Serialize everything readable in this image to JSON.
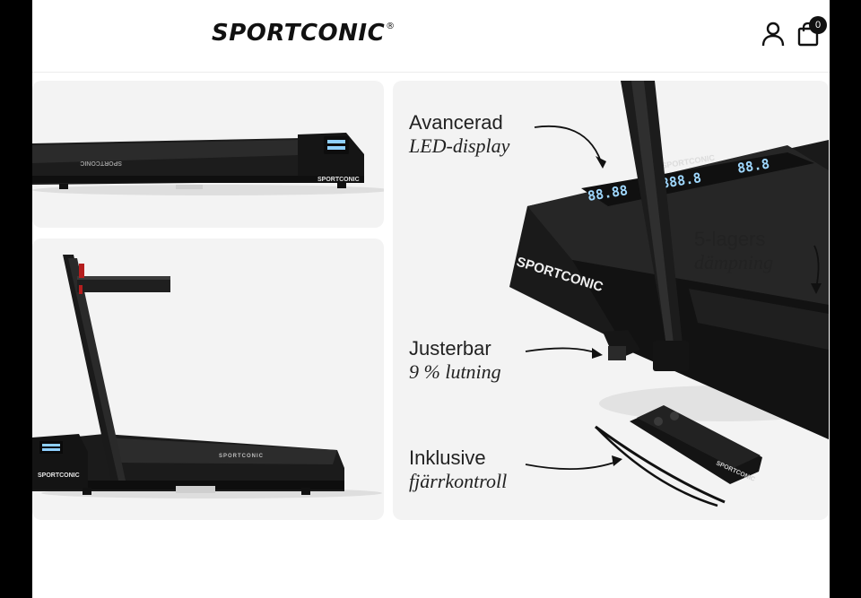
{
  "header": {
    "logo_text": "SPORTCONIC",
    "logo_mark": "®",
    "account_icon": "user-icon",
    "cart_icon": "shopping-bag-icon",
    "cart_count": "0"
  },
  "gallery": {
    "brand_print": "SPORTCONIC",
    "callouts": [
      {
        "line1": "Avancerad",
        "line2": "LED-display"
      },
      {
        "line1": "5-lagers",
        "line2": "dämpning"
      },
      {
        "line1": "Justerbar",
        "line2": "9 % lutning"
      },
      {
        "line1": "Inklusive",
        "line2": "fjärrkontroll"
      }
    ]
  },
  "colors": {
    "accent": "#111111",
    "panel_bg": "#f3f3f3",
    "frame_bg": "#000000",
    "led": "#9fd8ff"
  }
}
